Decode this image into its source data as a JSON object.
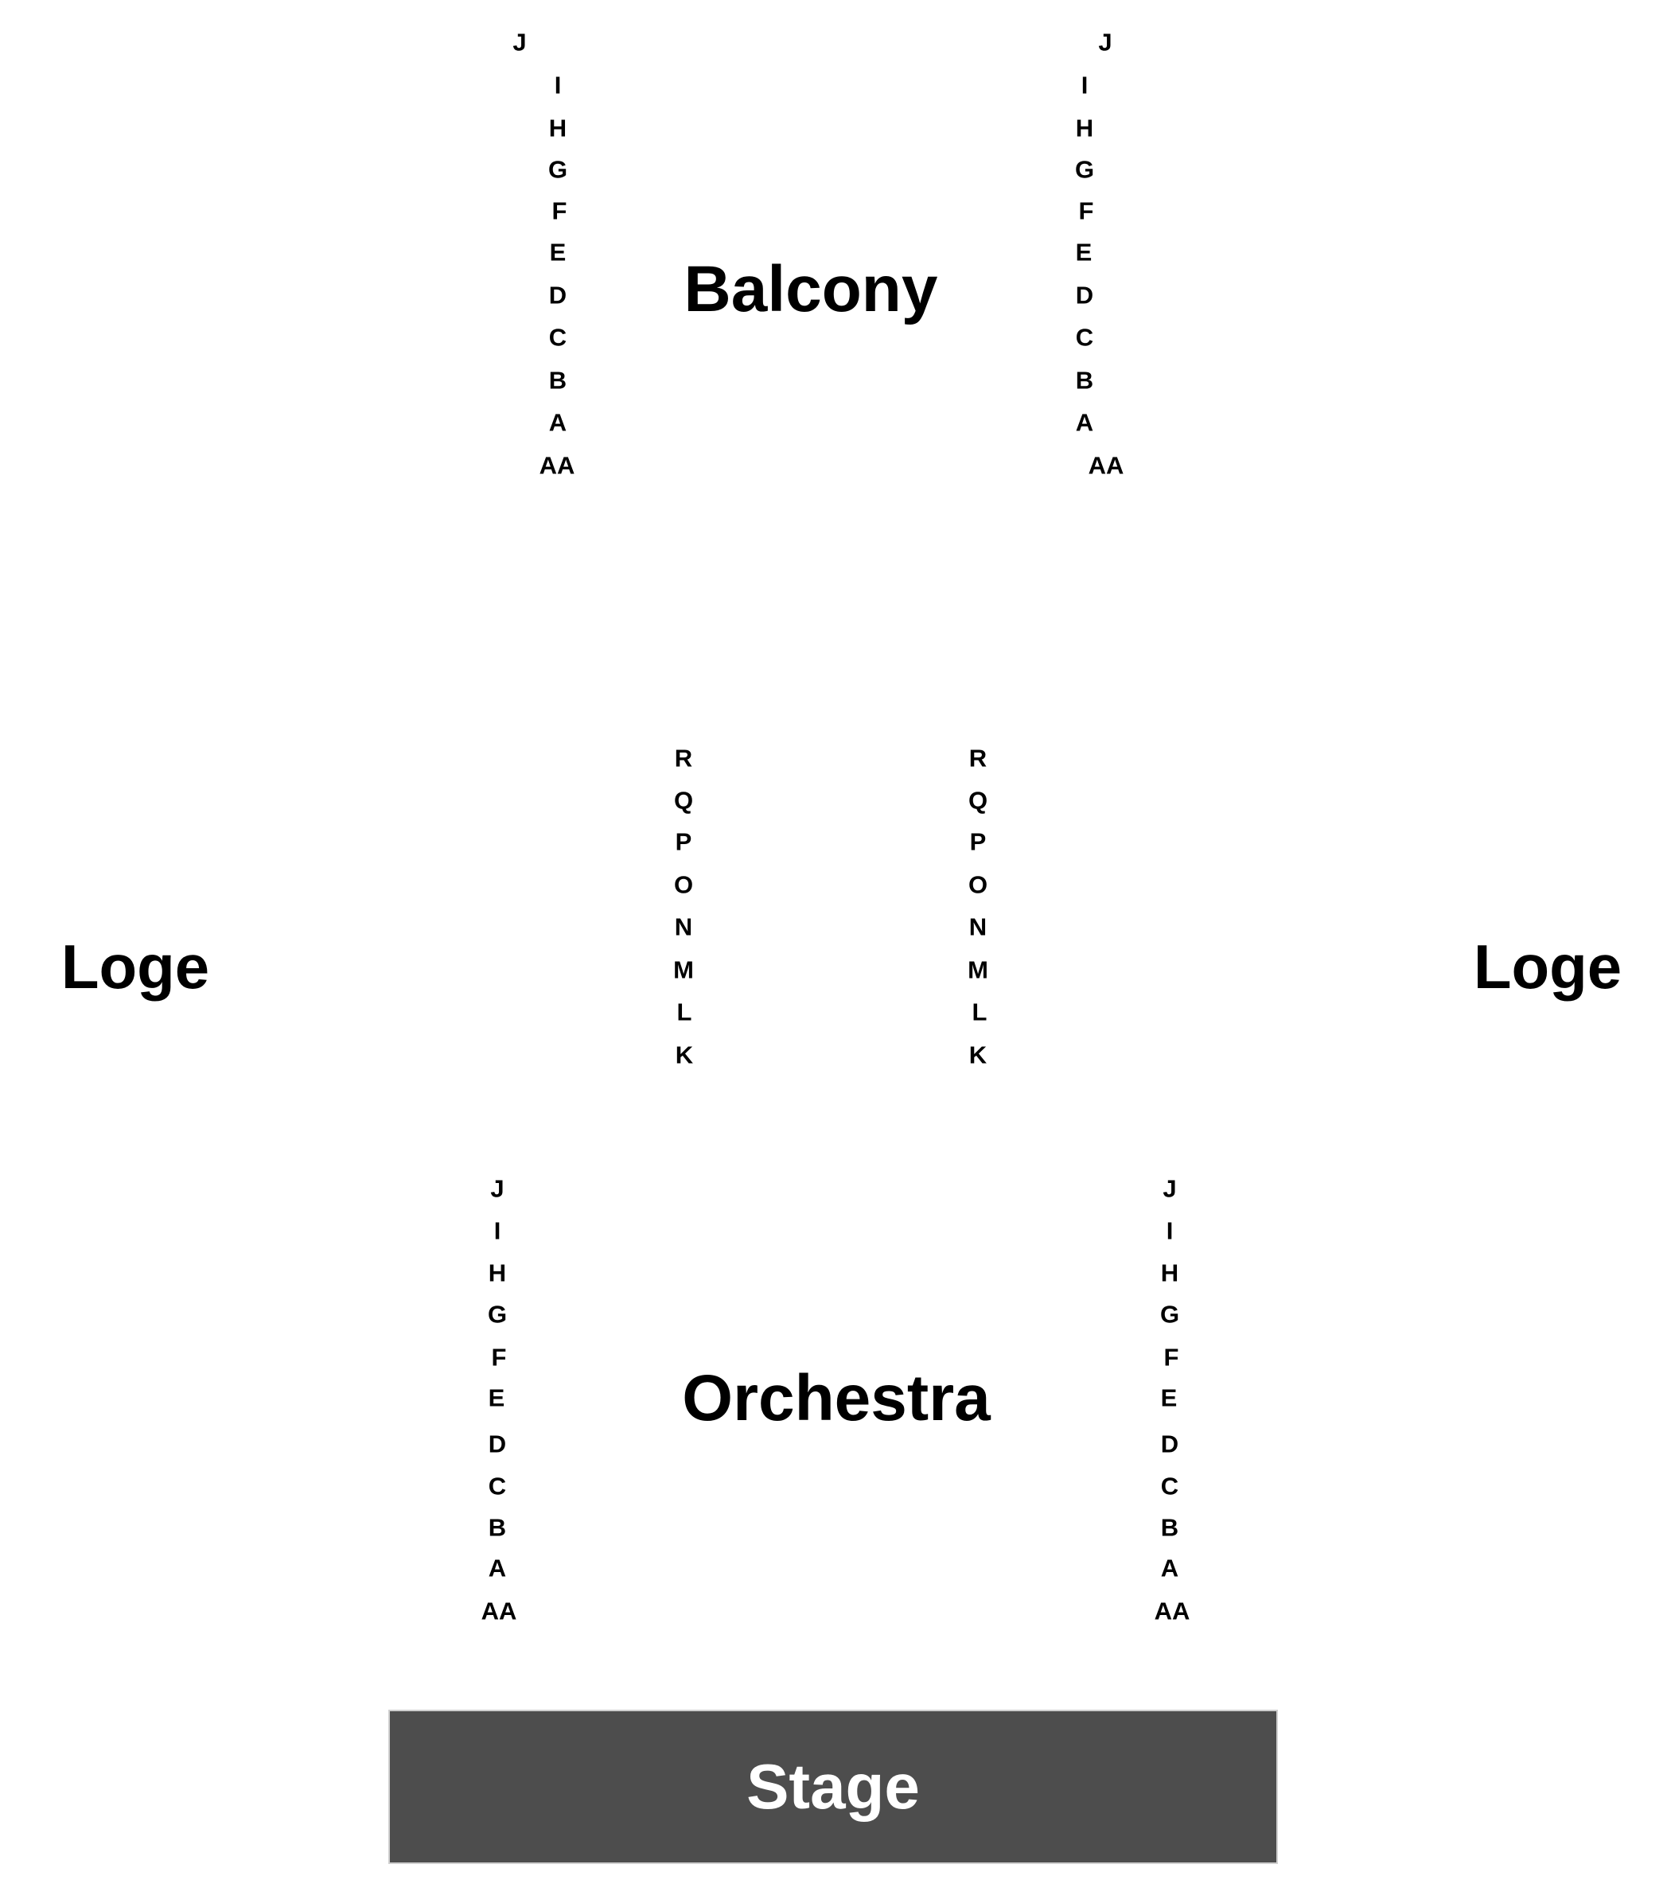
{
  "colors": {
    "background": "#ffffff",
    "text": "#000000",
    "stage_fill": "#4d4d4d",
    "stage_text": "#ffffff"
  },
  "sections": {
    "balcony": "Balcony",
    "orchestra": "Orchestra",
    "loge_left": "Loge",
    "loge_right": "Loge",
    "stage": "Stage"
  },
  "balcony_rows": [
    "J",
    "I",
    "H",
    "G",
    "F",
    "E",
    "D",
    "C",
    "B",
    "A",
    "AA"
  ],
  "middle_rows": [
    "R",
    "Q",
    "P",
    "O",
    "N",
    "M",
    "L",
    "K"
  ],
  "orchestra_rows": [
    "J",
    "I",
    "H",
    "G",
    "F",
    "E",
    "D",
    "C",
    "B",
    "A",
    "AA"
  ]
}
